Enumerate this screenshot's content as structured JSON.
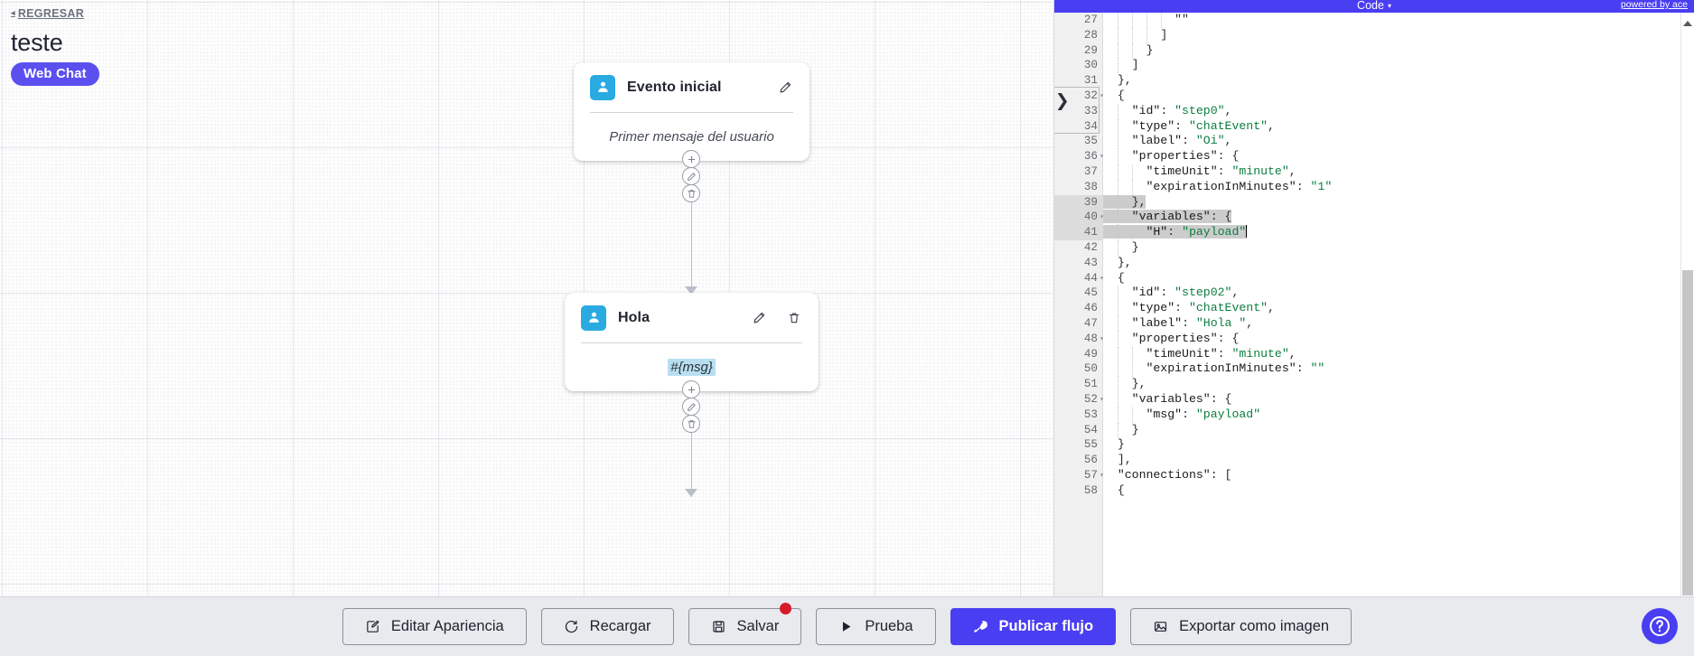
{
  "flow": {
    "back_label": "REGRESAR",
    "back_icon": "chevron-left-icon",
    "title": "teste",
    "channel_badge": "Web Chat",
    "badge_color": "#5b4ff0"
  },
  "nodes": [
    {
      "icon": "person-icon",
      "icon_color": "#29abe2",
      "title": "Evento inicial",
      "body": "Primer mensaje del usuario",
      "body_style": "placeholder",
      "has_edit": true,
      "has_delete": false
    },
    {
      "icon": "person-icon",
      "icon_color": "#29abe2",
      "title": "Hola",
      "body": "#{msg}",
      "body_style": "variable",
      "has_edit": true,
      "has_delete": true
    }
  ],
  "node_actions": {
    "add": "+",
    "edit": "pencil-icon",
    "delete": "trash-icon"
  },
  "editor": {
    "title": "Code",
    "caret": "▾",
    "credit": "powered by ace",
    "bar_color": "#4a3ef3",
    "first_line": 27,
    "highlight_lines": [
      39,
      40,
      41
    ],
    "active_line": 41,
    "fold_lines": [
      32,
      36,
      40,
      44,
      48,
      52,
      57
    ],
    "lines": [
      {
        "n": 27,
        "indent": 5,
        "text": "\"\""
      },
      {
        "n": 28,
        "indent": 4,
        "text": "]"
      },
      {
        "n": 29,
        "indent": 3,
        "text": "}"
      },
      {
        "n": 30,
        "indent": 2,
        "text": "]"
      },
      {
        "n": 31,
        "indent": 1,
        "text": "},"
      },
      {
        "n": 32,
        "indent": 1,
        "text": "{"
      },
      {
        "n": 33,
        "indent": 2,
        "key": "\"id\"",
        "val": "\"step0\"",
        "tail": ","
      },
      {
        "n": 34,
        "indent": 2,
        "key": "\"type\"",
        "val": "\"chatEvent\"",
        "tail": ","
      },
      {
        "n": 35,
        "indent": 2,
        "key": "\"label\"",
        "val": "\"Oi\"",
        "tail": ","
      },
      {
        "n": 36,
        "indent": 2,
        "key": "\"properties\"",
        "tail": ": {"
      },
      {
        "n": 37,
        "indent": 3,
        "key": "\"timeUnit\"",
        "val": "\"minute\"",
        "tail": ","
      },
      {
        "n": 38,
        "indent": 3,
        "key": "\"expirationInMinutes\"",
        "val": "\"1\""
      },
      {
        "n": 39,
        "indent": 2,
        "text": "},"
      },
      {
        "n": 40,
        "indent": 2,
        "key": "\"variables\"",
        "tail": ": {"
      },
      {
        "n": 41,
        "indent": 3,
        "key": "\"H\"",
        "val": "\"payload\""
      },
      {
        "n": 42,
        "indent": 2,
        "text": "}"
      },
      {
        "n": 43,
        "indent": 1,
        "text": "},"
      },
      {
        "n": 44,
        "indent": 1,
        "text": "{"
      },
      {
        "n": 45,
        "indent": 2,
        "key": "\"id\"",
        "val": "\"step02\"",
        "tail": ","
      },
      {
        "n": 46,
        "indent": 2,
        "key": "\"type\"",
        "val": "\"chatEvent\"",
        "tail": ","
      },
      {
        "n": 47,
        "indent": 2,
        "key": "\"label\"",
        "val": "\"Hola \"",
        "tail": ","
      },
      {
        "n": 48,
        "indent": 2,
        "key": "\"properties\"",
        "tail": ": {"
      },
      {
        "n": 49,
        "indent": 3,
        "key": "\"timeUnit\"",
        "val": "\"minute\"",
        "tail": ","
      },
      {
        "n": 50,
        "indent": 3,
        "key": "\"expirationInMinutes\"",
        "val": "\"\""
      },
      {
        "n": 51,
        "indent": 2,
        "text": "},"
      },
      {
        "n": 52,
        "indent": 2,
        "key": "\"variables\"",
        "tail": ": {"
      },
      {
        "n": 53,
        "indent": 3,
        "key": "\"msg\"",
        "val": "\"payload\""
      },
      {
        "n": 54,
        "indent": 2,
        "text": "}"
      },
      {
        "n": 55,
        "indent": 1,
        "text": "}"
      },
      {
        "n": 56,
        "indent": 1,
        "text": "],"
      },
      {
        "n": 57,
        "indent": 1,
        "key": "\"connections\"",
        "tail": ": ["
      },
      {
        "n": 58,
        "indent": 1,
        "text": "{"
      }
    ]
  },
  "toolbar": {
    "buttons": [
      {
        "label": "Editar Apariencia",
        "icon": "edit-square-icon",
        "primary": false,
        "badge": false
      },
      {
        "label": "Recargar",
        "icon": "refresh-icon",
        "primary": false,
        "badge": false
      },
      {
        "label": "Salvar",
        "icon": "save-icon",
        "primary": false,
        "badge": true
      },
      {
        "label": "Prueba",
        "icon": "play-icon",
        "primary": false,
        "badge": false
      },
      {
        "label": "Publicar flujo",
        "icon": "rocket-icon",
        "primary": true,
        "badge": false
      },
      {
        "label": "Exportar como imagen",
        "icon": "image-icon",
        "primary": false,
        "badge": false
      }
    ],
    "badge_color": "#d61a29",
    "primary_color": "#4a3ef3"
  },
  "help": {
    "icon": "question-mark-icon",
    "color": "#4a3ef3"
  }
}
